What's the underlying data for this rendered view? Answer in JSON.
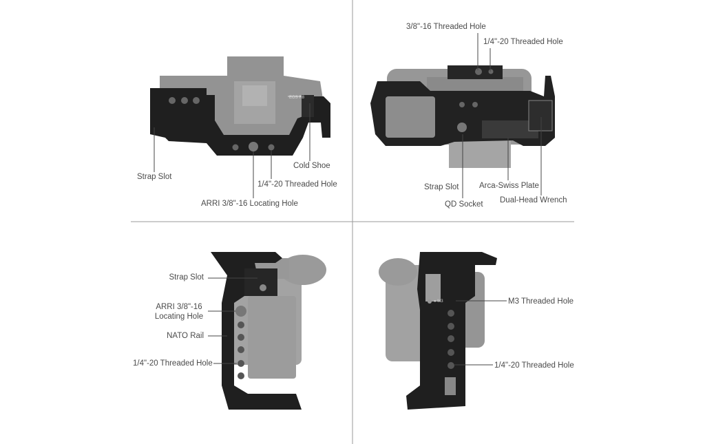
{
  "panels": {
    "top_left": {
      "labels": {
        "strap_slot": "Strap Slot",
        "cold_shoe": "Cold Shoe",
        "threaded_hole": "1/4\"-20 Threaded Hole",
        "arri_hole": "ARRI 3/8\"-16 Locating Hole"
      },
      "camera_badge": "EOS R8"
    },
    "top_right": {
      "labels": {
        "threaded_38": "3/8\"-16 Threaded Hole",
        "threaded_14": "1/4\"-20 Threaded Hole",
        "strap_slot": "Strap Slot",
        "arca_plate": "Arca-Swiss Plate",
        "qd_socket": "QD Socket",
        "wrench": "Dual-Head Wrench"
      }
    },
    "bottom_left": {
      "labels": {
        "strap_slot": "Strap Slot",
        "arri_line1": "ARRI 3/8\"-16",
        "arri_line2": "Locating Hole",
        "nato_rail": "NATO Rail",
        "threaded_hole": "1/4\"-20 Threaded Hole"
      }
    },
    "bottom_right": {
      "labels": {
        "m3_hole": "M3 Threaded Hole",
        "threaded_hole": "1/4\"-20 Threaded Hole"
      },
      "engraving": "● M3"
    }
  },
  "colors": {
    "divider": "#9a9a9a",
    "leader": "#444444",
    "camera_gray": "#8f8f8f",
    "cage_black": "#1c1c1c",
    "label_text": "#4a4a4a"
  }
}
